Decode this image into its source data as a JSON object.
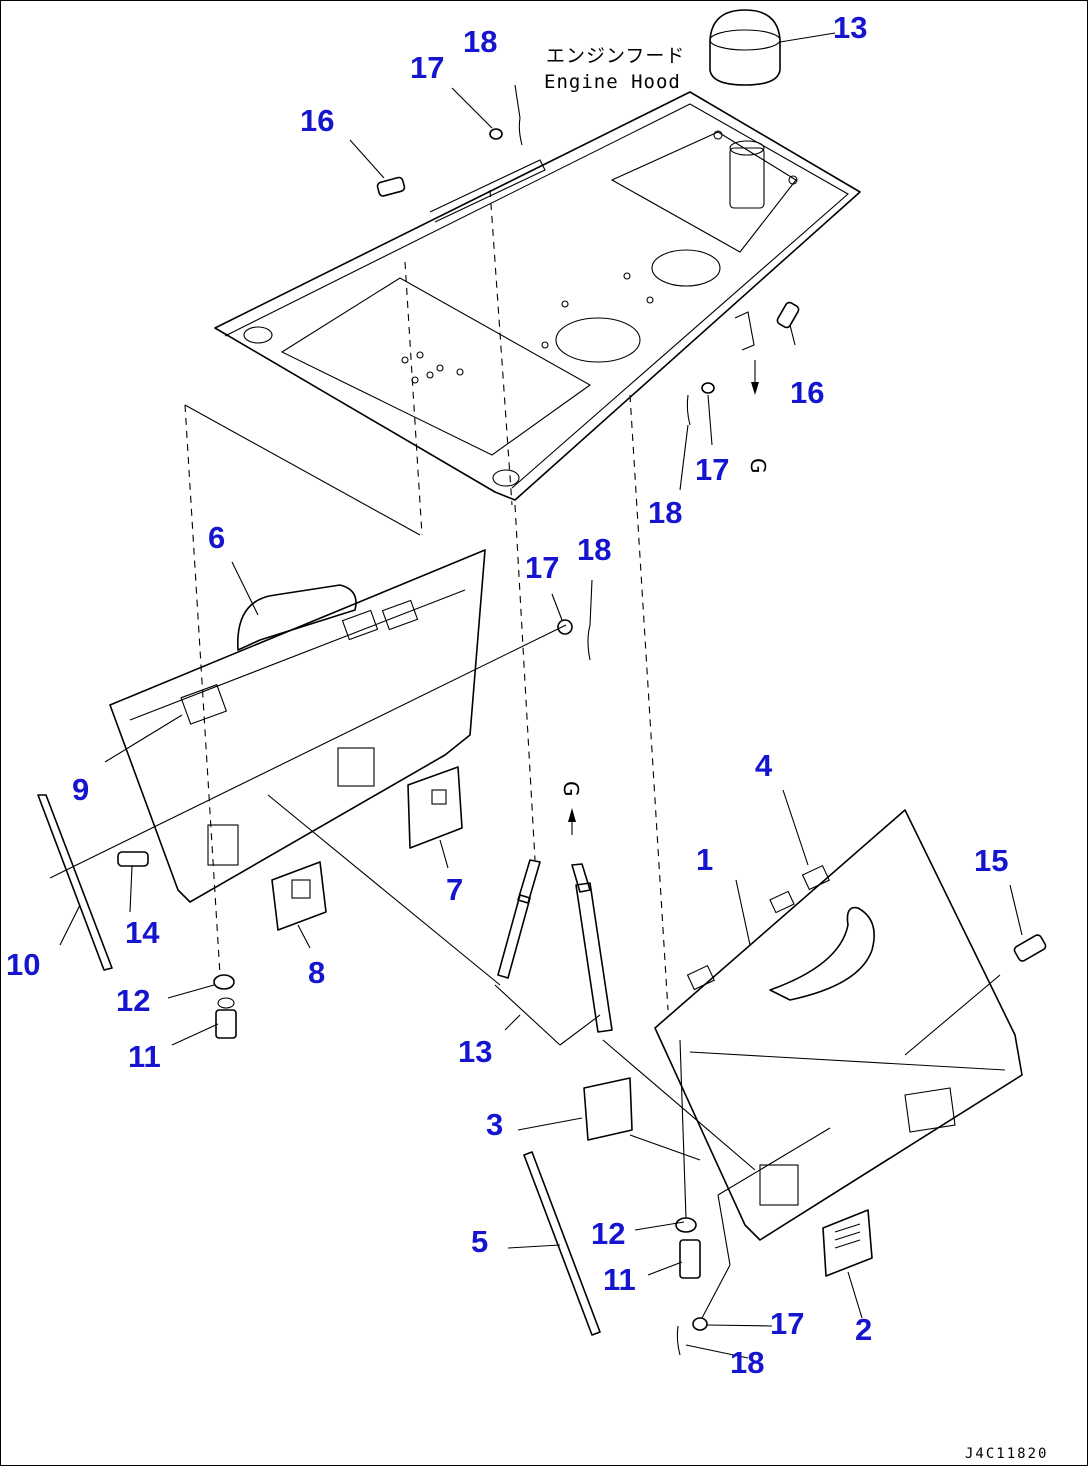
{
  "hood_label": {
    "japanese": "エンジンフード",
    "english": "Engine Hood"
  },
  "drawing_number": "J4C11820",
  "connection_mark": "G",
  "callouts": [
    {
      "id": "c1",
      "text": "1"
    },
    {
      "id": "c2",
      "text": "2"
    },
    {
      "id": "c3",
      "text": "3"
    },
    {
      "id": "c4",
      "text": "4"
    },
    {
      "id": "c5",
      "text": "5"
    },
    {
      "id": "c6",
      "text": "6"
    },
    {
      "id": "c7",
      "text": "7"
    },
    {
      "id": "c8",
      "text": "8"
    },
    {
      "id": "c9",
      "text": "9"
    },
    {
      "id": "c10",
      "text": "10"
    },
    {
      "id": "c11a",
      "text": "11"
    },
    {
      "id": "c11b",
      "text": "11"
    },
    {
      "id": "c12a",
      "text": "12"
    },
    {
      "id": "c12b",
      "text": "12"
    },
    {
      "id": "c13a",
      "text": "13"
    },
    {
      "id": "c13b",
      "text": "13"
    },
    {
      "id": "c14",
      "text": "14"
    },
    {
      "id": "c15",
      "text": "15"
    },
    {
      "id": "c16a",
      "text": "16"
    },
    {
      "id": "c16b",
      "text": "16"
    },
    {
      "id": "c17a",
      "text": "17"
    },
    {
      "id": "c17b",
      "text": "17"
    },
    {
      "id": "c17c",
      "text": "17"
    },
    {
      "id": "c17d",
      "text": "17"
    },
    {
      "id": "c18a",
      "text": "18"
    },
    {
      "id": "c18b",
      "text": "18"
    },
    {
      "id": "c18c",
      "text": "18"
    },
    {
      "id": "c18d",
      "text": "18"
    }
  ]
}
